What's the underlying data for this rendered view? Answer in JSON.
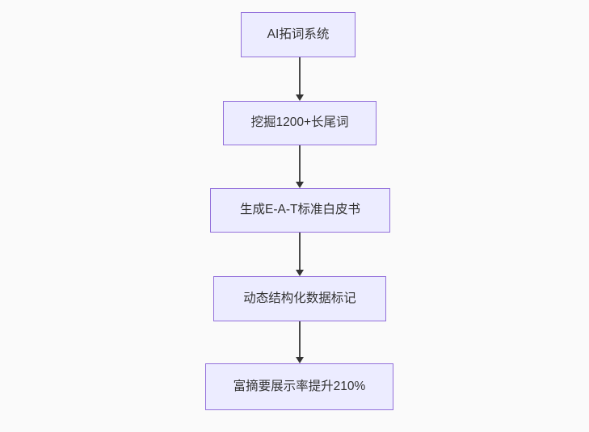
{
  "diagram": {
    "type": "flowchart",
    "direction": "top-down",
    "colors": {
      "background": "#fafafa",
      "node_fill": "#ececff",
      "node_border": "#9370db",
      "node_text": "#333333",
      "arrow_line": "#4a4a4a",
      "arrow_head": "#333333"
    },
    "nodes": [
      {
        "id": "n1",
        "label": "AI拓词系统"
      },
      {
        "id": "n2",
        "label": "挖掘1200+长尾词"
      },
      {
        "id": "n3",
        "label": "生成E-A-T标准白皮书"
      },
      {
        "id": "n4",
        "label": "动态结构化数据标记"
      },
      {
        "id": "n5",
        "label": "富摘要展示率提升210%"
      }
    ],
    "edges": [
      {
        "from": "AI拓词系统",
        "to": "挖掘1200+长尾词"
      },
      {
        "from": "挖掘1200+长尾词",
        "to": "生成E-A-T标准白皮书"
      },
      {
        "from": "生成E-A-T标准白皮书",
        "to": "动态结构化数据标记"
      },
      {
        "from": "动态结构化数据标记",
        "to": "富摘要展示率提升210%"
      }
    ]
  }
}
